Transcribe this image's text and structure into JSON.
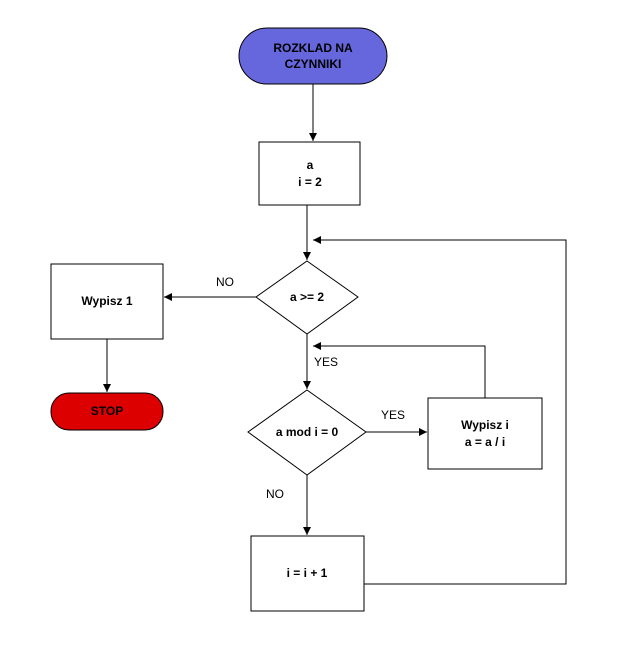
{
  "colors": {
    "start_fill": "#6666dd",
    "stop_fill": "#dd0000",
    "line": "#000000",
    "box_fill": "#ffffff"
  },
  "nodes": {
    "start": {
      "line1": "ROZKLAD NA",
      "line2": "CZYNNIKI"
    },
    "init": {
      "line1": "a",
      "line2": "i = 2"
    },
    "condition_a": {
      "label": "a >= 2"
    },
    "print_one": {
      "label": "Wypisz 1"
    },
    "stop": {
      "label": "STOP"
    },
    "condition_mod": {
      "label": "a mod i = 0"
    },
    "print_i": {
      "line1": "Wypisz i",
      "line2": "a = a / i"
    },
    "increment": {
      "label": "i = i + 1"
    }
  },
  "edges": {
    "cond_a_no": "NO",
    "cond_a_yes": "YES",
    "cond_mod_yes": "YES",
    "cond_mod_no": "NO"
  }
}
